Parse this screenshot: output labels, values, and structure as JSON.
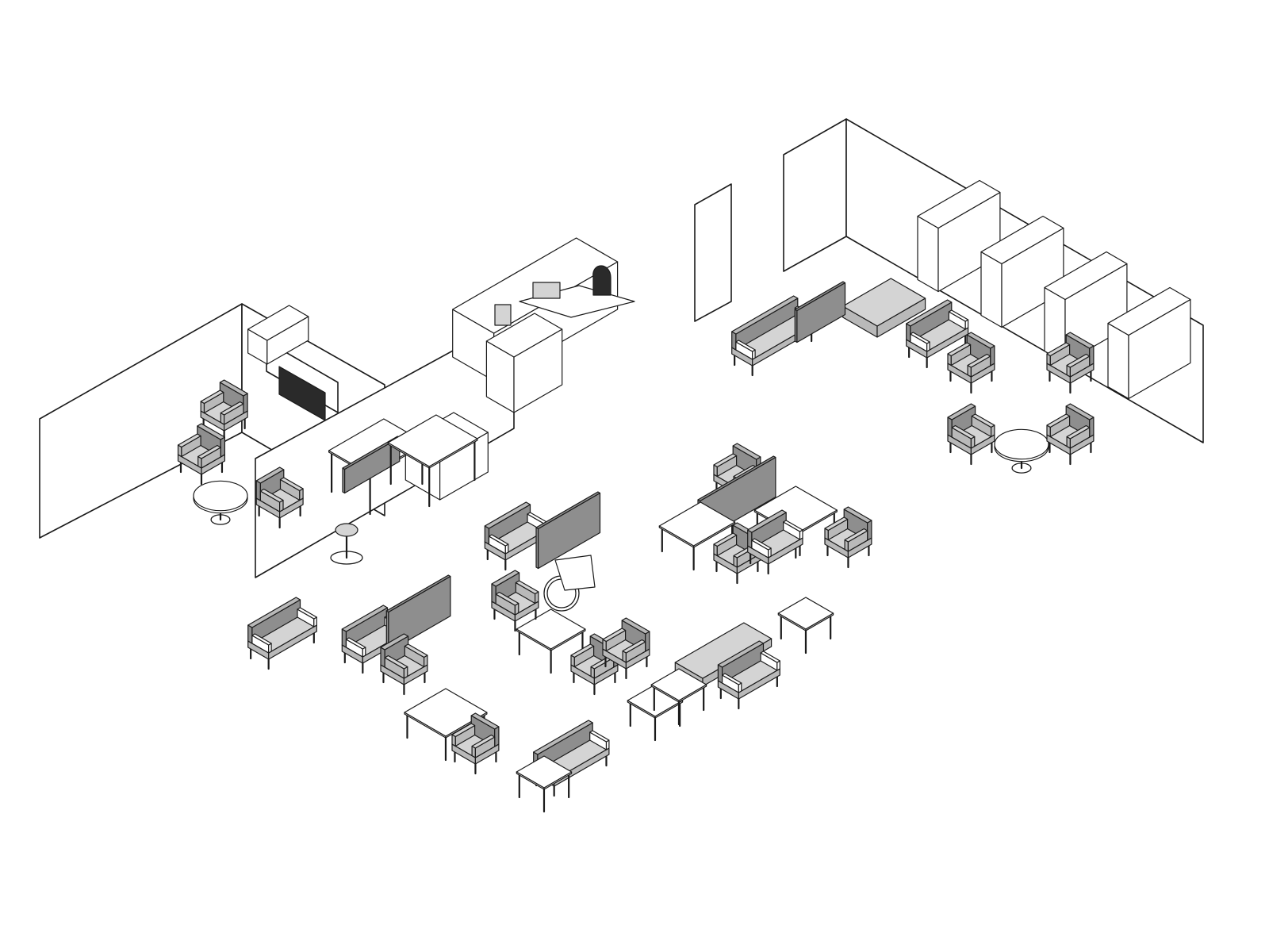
{
  "palette": {
    "background": "#ffffff",
    "line": "#1a1a1a",
    "upholstery_light": "#d4d4d4",
    "upholstery_mid": "#b9b9b9",
    "upholstery_dark": "#8e8e8e",
    "screen_dark": "#2a2a2a",
    "surface": "#ffffff"
  },
  "zones": [
    {
      "id": "media-lounge",
      "icon": "media-lounge-icon"
    },
    {
      "id": "workstation-area",
      "icon": "workstation-icon"
    },
    {
      "id": "reception-desk",
      "icon": "reception-desk-icon"
    },
    {
      "id": "central-lounge",
      "icon": "lounge-icon"
    },
    {
      "id": "library-lounge",
      "icon": "library-lounge-icon"
    }
  ]
}
